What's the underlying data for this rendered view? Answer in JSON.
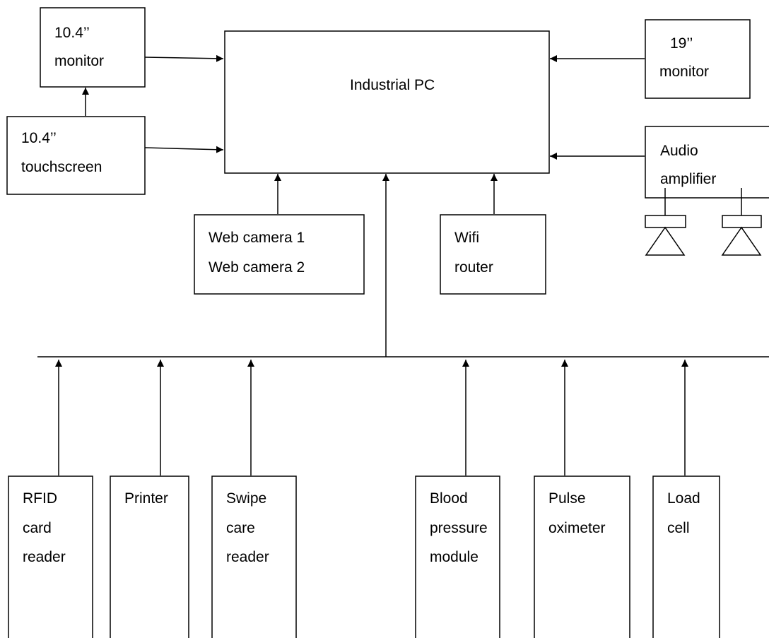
{
  "diagram": {
    "nodes": {
      "industrial_pc": {
        "lines": [
          "Industrial PC"
        ]
      },
      "monitor_10": {
        "lines": [
          "10.4’’",
          "monitor"
        ]
      },
      "touchscreen_10": {
        "lines": [
          "10.4’’",
          "touchscreen"
        ]
      },
      "monitor_19": {
        "lines": [
          "19’’",
          "monitor"
        ]
      },
      "audio_amplifier": {
        "lines": [
          "Audio",
          "amplifier"
        ]
      },
      "web_cameras": {
        "lines": [
          "Web camera 1",
          "Web camera 2"
        ]
      },
      "wifi_router": {
        "lines": [
          "Wifi",
          "router"
        ]
      },
      "rfid_reader": {
        "lines": [
          "RFID",
          "card",
          "reader"
        ]
      },
      "printer": {
        "lines": [
          "Printer"
        ]
      },
      "swipe_reader": {
        "lines": [
          "Swipe",
          "care",
          "reader"
        ]
      },
      "blood_pressure": {
        "lines": [
          "Blood",
          "pressure",
          "module"
        ]
      },
      "pulse_oximeter": {
        "lines": [
          "Pulse",
          "oximeter"
        ]
      },
      "load_cell": {
        "lines": [
          "Load",
          "cell"
        ]
      }
    },
    "edges": [
      {
        "from": "monitor_10",
        "to": "industrial_pc"
      },
      {
        "from": "touchscreen_10",
        "to": "industrial_pc"
      },
      {
        "from": "touchscreen_10",
        "to": "monitor_10"
      },
      {
        "from": "monitor_19",
        "to": "industrial_pc"
      },
      {
        "from": "audio_amplifier",
        "to": "industrial_pc"
      },
      {
        "from": "web_cameras",
        "to": "industrial_pc"
      },
      {
        "from": "wifi_router",
        "to": "industrial_pc"
      },
      {
        "from": "peripheral_bus",
        "to": "industrial_pc"
      },
      {
        "from": "rfid_reader",
        "to": "peripheral_bus"
      },
      {
        "from": "printer",
        "to": "peripheral_bus"
      },
      {
        "from": "swipe_reader",
        "to": "peripheral_bus"
      },
      {
        "from": "blood_pressure",
        "to": "peripheral_bus"
      },
      {
        "from": "pulse_oximeter",
        "to": "peripheral_bus"
      },
      {
        "from": "load_cell",
        "to": "peripheral_bus"
      }
    ]
  }
}
